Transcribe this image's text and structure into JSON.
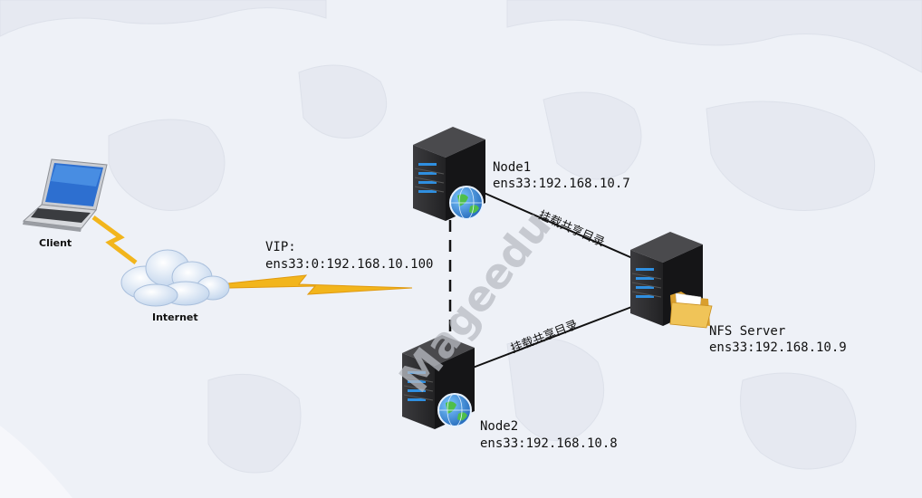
{
  "watermark": "Mageedu",
  "client": {
    "label": "Client"
  },
  "internet": {
    "label": "Internet"
  },
  "vip": {
    "line1": "VIP:",
    "line2": "ens33:0:192.168.10.100"
  },
  "node1": {
    "name": "Node1",
    "ip": "ens33:192.168.10.7"
  },
  "node2": {
    "name": "Node2",
    "ip": "ens33:192.168.10.8"
  },
  "nfs": {
    "name": "NFS Server",
    "ip": "ens33:192.168.10.9"
  },
  "edges": {
    "node1_nfs": "挂载共享目录",
    "node2_nfs": "挂载共享目录"
  },
  "colors": {
    "lightning": "#f2b51c",
    "server": "#2c2c2e",
    "server_led": "#2f8fe0",
    "globe": "#2b78c8",
    "folder": "#e9b94c",
    "cloud": "#d8e6f6"
  }
}
